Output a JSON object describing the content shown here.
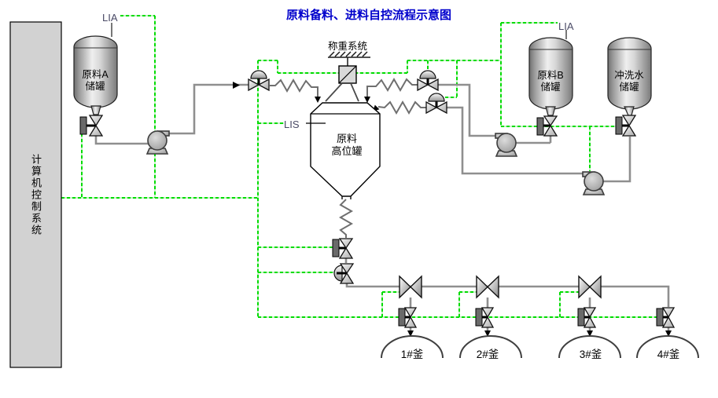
{
  "title": "原料备料、进料自控流程示意图",
  "control_system": {
    "label": "计算机控制系统"
  },
  "instruments": {
    "lia_left": "LIA",
    "lia_right": "LIA",
    "lis": "LIS",
    "weighing_system": "称重系统"
  },
  "equipment": {
    "tank_a": {
      "line1": "原料A",
      "line2": "储罐"
    },
    "tank_b": {
      "line1": "原料B",
      "line2": "储罐"
    },
    "flush_tank": {
      "line1": "冲洗水",
      "line2": "储罐"
    },
    "hopper": {
      "line1": "原料",
      "line2": "高位罐"
    },
    "reactors": [
      "1#釜",
      "2#釜",
      "3#釜",
      "4#釜"
    ]
  },
  "colors": {
    "signal_line": "#00dc00",
    "pipe": "#8f8f8f",
    "title_text": "#0000cc",
    "instrument_label": "#4a4a66",
    "control_box_fill": "#d2d2d2"
  }
}
